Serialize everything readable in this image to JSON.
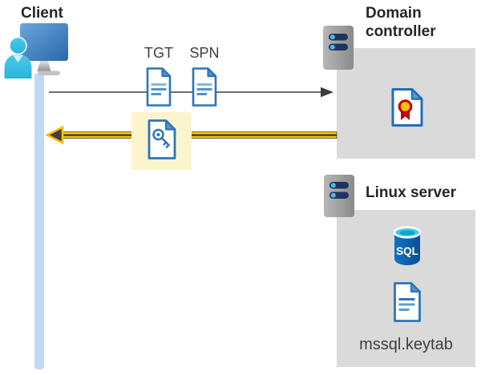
{
  "client": {
    "label": "Client"
  },
  "tickets": {
    "tgt_label": "TGT",
    "spn_label": "SPN"
  },
  "domain_controller": {
    "label": "Domain controller"
  },
  "linux_server": {
    "label": "Linux server",
    "sql_label": "SQL",
    "keytab_label": "mssql.keytab"
  },
  "icons": {
    "client": "user-at-monitor-icon",
    "domain_controller": "server-icon",
    "linux_server": "server-icon",
    "tgt": "ticket-document-icon",
    "spn": "ticket-document-icon",
    "session_key": "key-document-icon",
    "certificate": "certificate-document-icon",
    "sql": "sql-database-icon",
    "keytab": "document-icon"
  },
  "colors": {
    "arrow_gray": "#595959",
    "arrow_dark": "#3B3B3B",
    "arrow_yellow": "#FFC10A",
    "highlight_yellow": "#FBF4CD",
    "box_gray": "#DADADA",
    "doc_blue": "#2E75B6",
    "doc_fold_blue": "#4E94D6",
    "bar_blue": "#BFDAF5",
    "person_cyan": "#35BFE2",
    "cert_red": "#C00000",
    "cert_gold": "#FFC000",
    "sql_body_blue": "#0F6CB8",
    "sql_top_cyan": "#3ECDE8",
    "server_navy": "#1E3360",
    "server_dot_blue": "#45BBE8"
  }
}
